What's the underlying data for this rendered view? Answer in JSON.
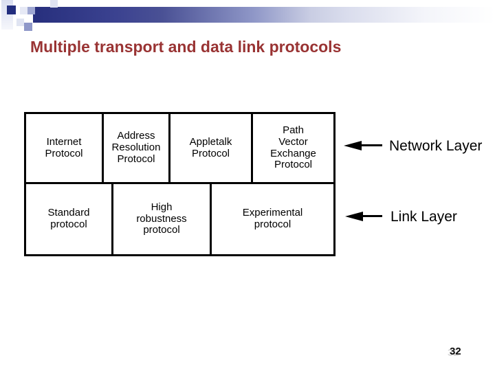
{
  "slide": {
    "title": "Multiple transport and data link protocols",
    "page_number": "32"
  },
  "colors": {
    "title_text": "#993333",
    "header_bar_navy": "#272f7d",
    "accent_square_navy": "#232e7e",
    "diagram_lines": "#000000",
    "background": "#ffffff"
  },
  "diagram": {
    "rows": [
      {
        "name": "network-layer-row",
        "arrow_label": "Network Layer",
        "boxes": [
          "Internet\nProtocol",
          "Address\nResolution\nProtocol",
          "Appletalk\nProtocol",
          "Path\nVector\nExchange\nProtocol"
        ]
      },
      {
        "name": "link-layer-row",
        "arrow_label": "Link Layer",
        "boxes": [
          "Standard\nprotocol",
          "High\nrobustness\nprotocol",
          "Experimental\nprotocol"
        ]
      }
    ]
  }
}
